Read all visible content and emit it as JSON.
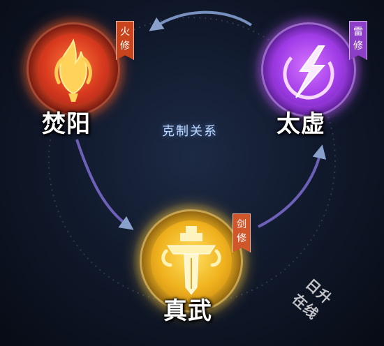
{
  "center_title": "克制关系",
  "schools": {
    "fire": {
      "name": "焚阳",
      "tag": [
        "火",
        "修"
      ],
      "icon": "flame-icon",
      "color": "#e0492a"
    },
    "thunder": {
      "name": "太虚",
      "tag": [
        "雷",
        "修"
      ],
      "icon": "lightning-icon",
      "color": "#a23ee8"
    },
    "sword": {
      "name": "真武",
      "tag": [
        "剑",
        "修"
      ],
      "icon": "sword-icon",
      "color": "#f0b21e"
    }
  },
  "watermark": "日升在线"
}
